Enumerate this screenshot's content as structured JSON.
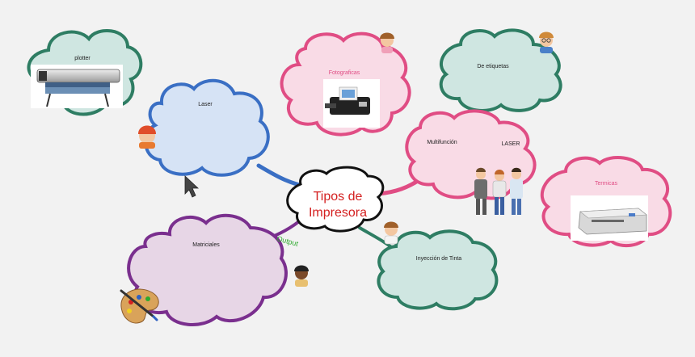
{
  "center": {
    "line1": "Tipos de",
    "line2": "Impresora"
  },
  "nodes": {
    "plotter": "plotter",
    "laser": "Laser",
    "fotograficas": "Fotograficas",
    "etiquetas": "De etiquetas",
    "multifuncion": "Multifunción",
    "multifuncion_extra": "LASER",
    "termicas": "Termicas",
    "matriciales": "Matriciales",
    "inyeccion": "Inyección de Tinta"
  },
  "connector_labels": {
    "output": "Output"
  },
  "colors": {
    "blue": "#3a6fc4",
    "pink": "#e04d84",
    "purple": "#7a2f8e",
    "teal": "#2e7d63",
    "red_text": "#d42020",
    "green_text": "#2eaa2e"
  }
}
